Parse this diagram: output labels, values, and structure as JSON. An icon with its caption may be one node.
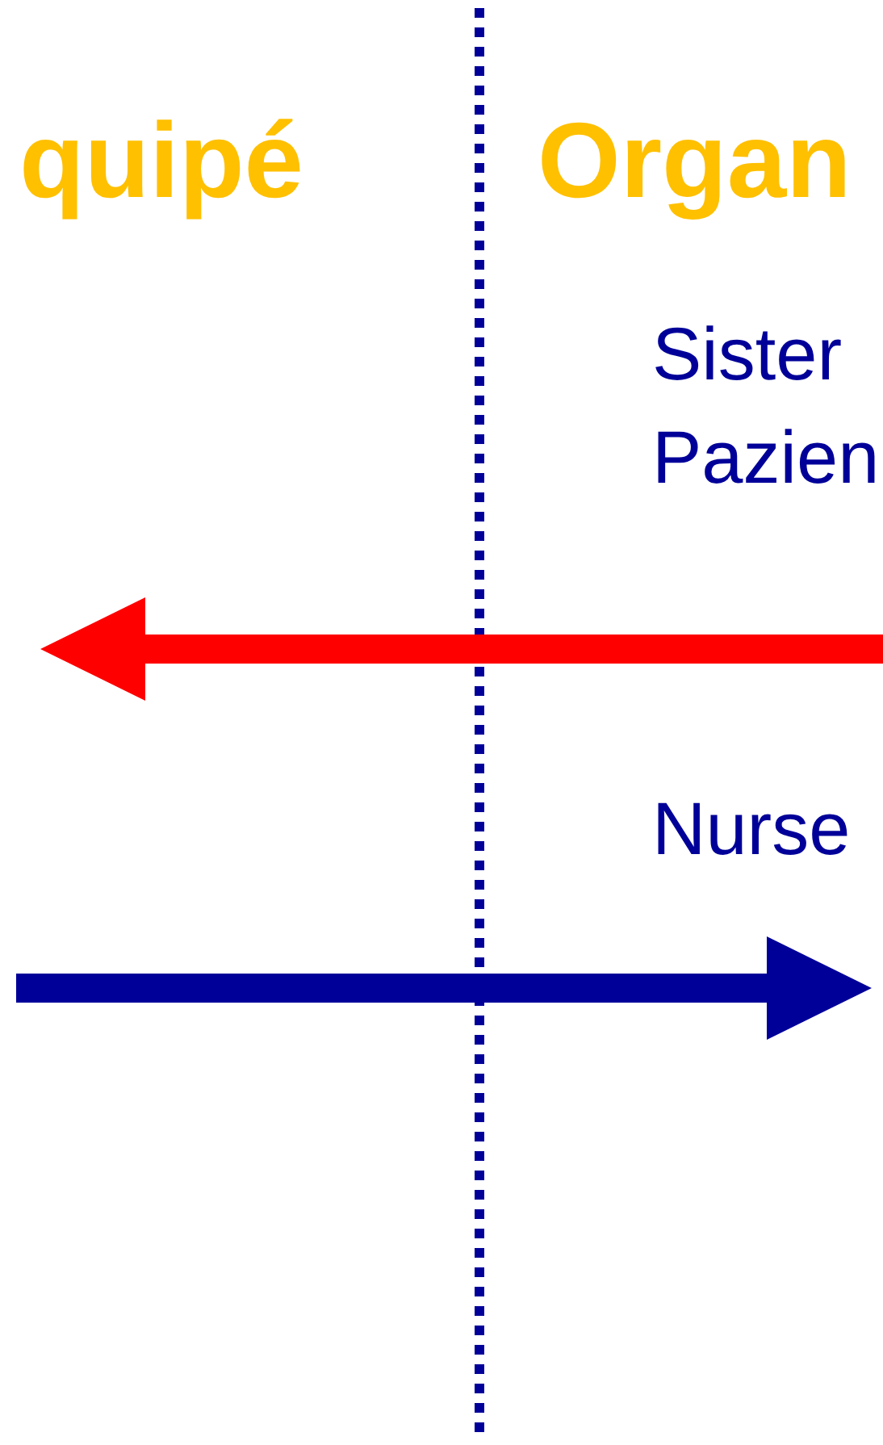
{
  "diagram": {
    "labels": [
      "quipé",
      "Organ",
      "Sister",
      "Pazien",
      "Nurse"
    ]
  }
}
